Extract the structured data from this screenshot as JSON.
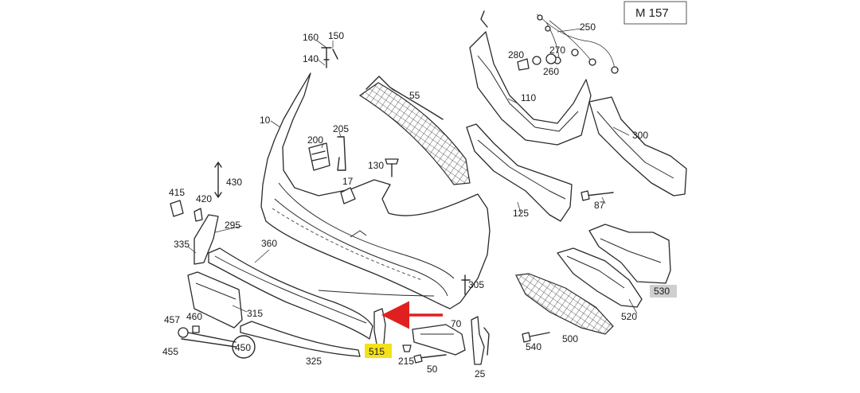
{
  "reference_code": "M 157",
  "callouts": {
    "c10": "10",
    "c17": "17",
    "c25": "25",
    "c50": "50",
    "c55": "55",
    "c70": "70",
    "c87": "87",
    "c110": "110",
    "c125": "125",
    "c130": "130",
    "c140": "140",
    "c150": "150",
    "c160": "160",
    "c200": "200",
    "c205": "205",
    "c215": "215",
    "c250": "250",
    "c260": "260",
    "c270": "270",
    "c280": "280",
    "c295": "295",
    "c300": "300",
    "c305": "305",
    "c315": "315",
    "c325": "325",
    "c335": "335",
    "c360": "360",
    "c415": "415",
    "c420": "420",
    "c430": "430",
    "c450": "450",
    "c455": "455",
    "c457": "457",
    "c460": "460",
    "c500": "500",
    "c515": "515",
    "c520": "520",
    "c530": "530",
    "c540": "540"
  },
  "highlight": {
    "part": "515",
    "color": "#f2e21a",
    "arrow_color": "#e02020"
  },
  "shaded": {
    "part": "530",
    "color": "#cfcfcf"
  }
}
